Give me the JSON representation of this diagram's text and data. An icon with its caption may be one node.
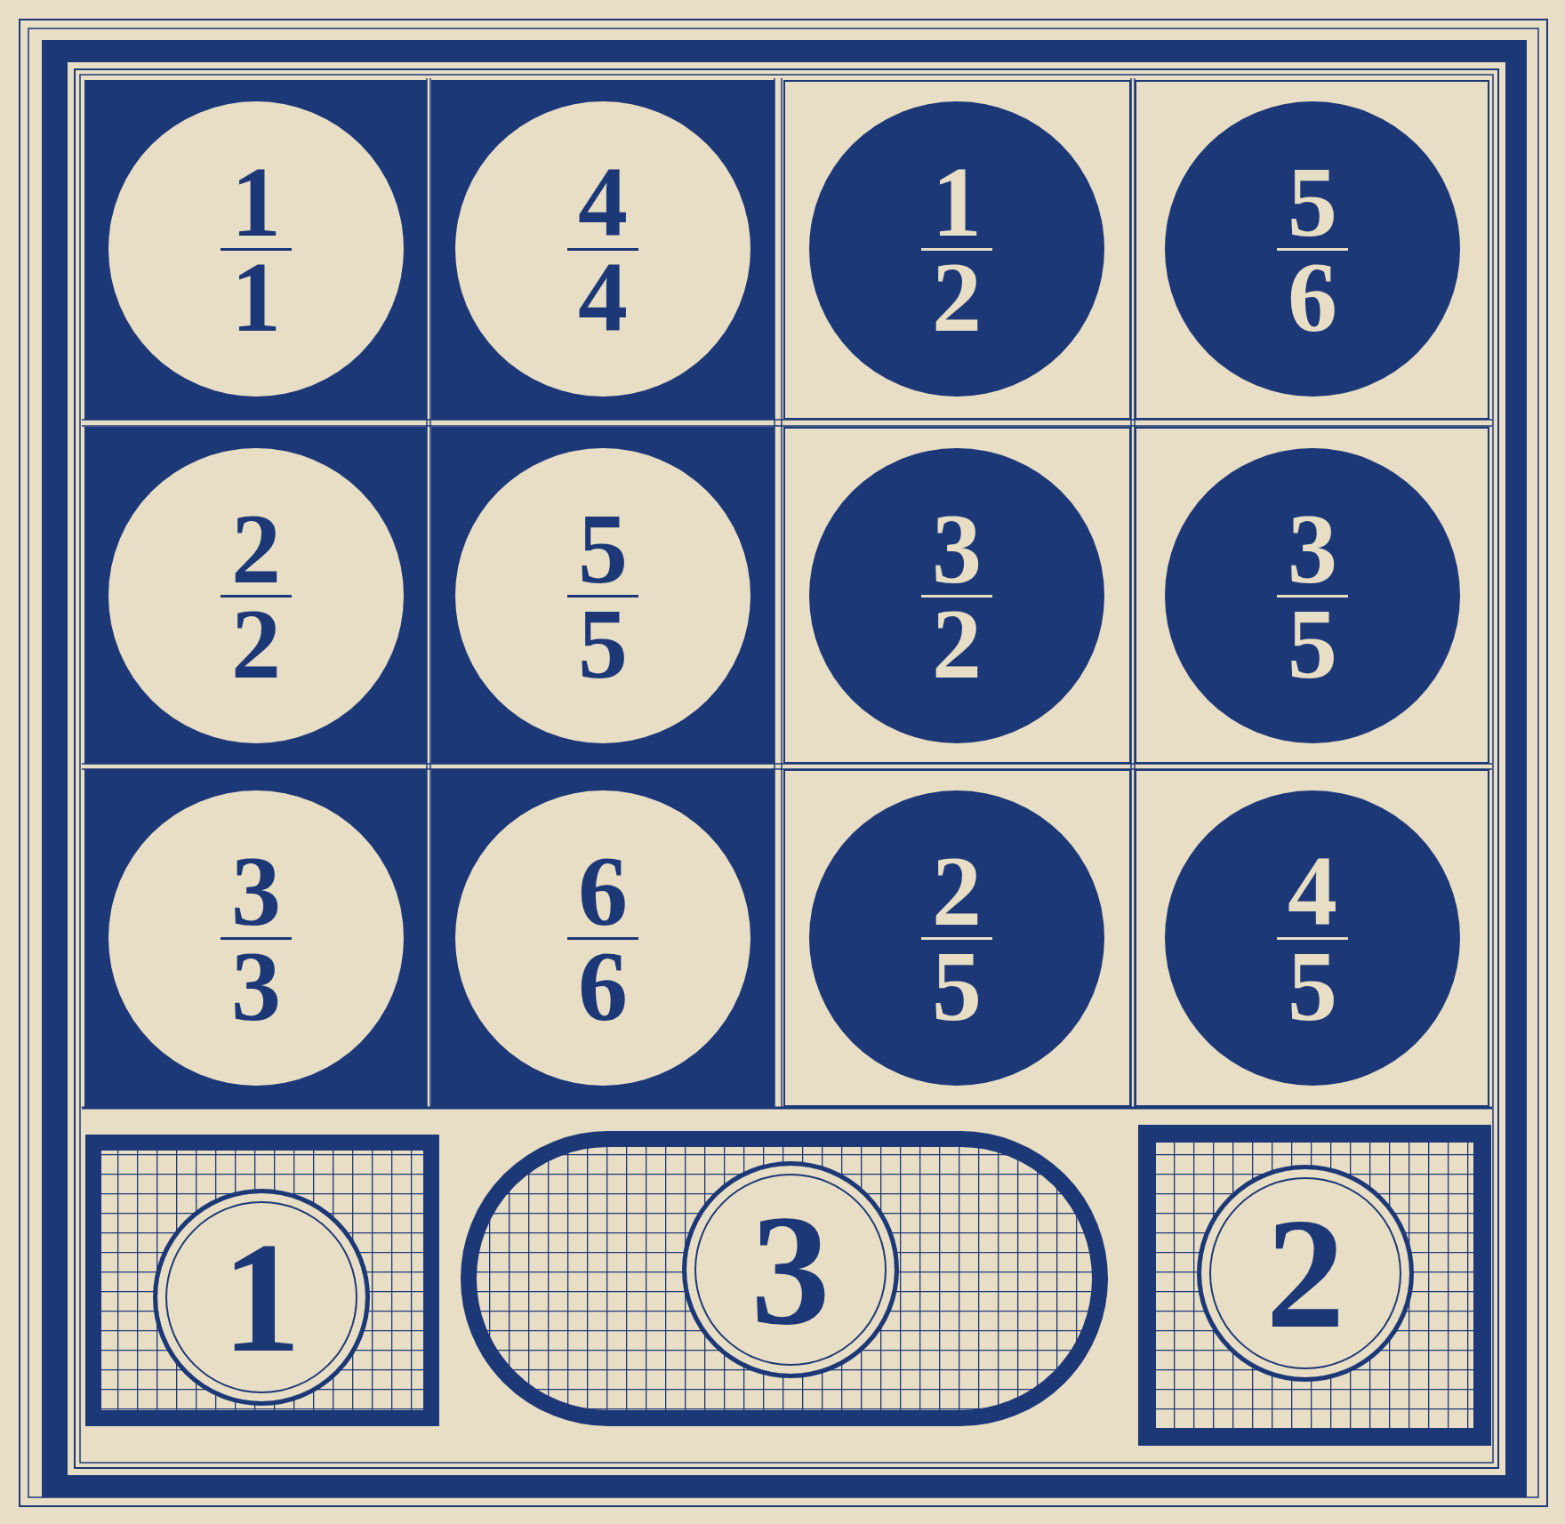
{
  "diagram": {
    "nodes": [
      {
        "text": [
          "1",
          "1"
        ]
      },
      {
        "text": [
          "4",
          "4"
        ]
      },
      {
        "text": [
          "1",
          "2"
        ]
      },
      {
        "text": [
          "5",
          "6"
        ]
      },
      {
        "text": [
          "2",
          "2"
        ]
      },
      {
        "text": [
          "5",
          "5"
        ]
      },
      {
        "text": [
          "3",
          "2"
        ]
      },
      {
        "text": [
          "3",
          "5"
        ]
      },
      {
        "text": [
          "3",
          "3"
        ]
      },
      {
        "text": [
          "6",
          "6"
        ]
      },
      {
        "text": [
          "2",
          "5"
        ]
      },
      {
        "text": [
          "4",
          "5"
        ]
      },
      {
        "text": [
          "1"
        ]
      },
      {
        "text": [
          "3"
        ]
      },
      {
        "text": [
          "2"
        ]
      }
    ]
  }
}
